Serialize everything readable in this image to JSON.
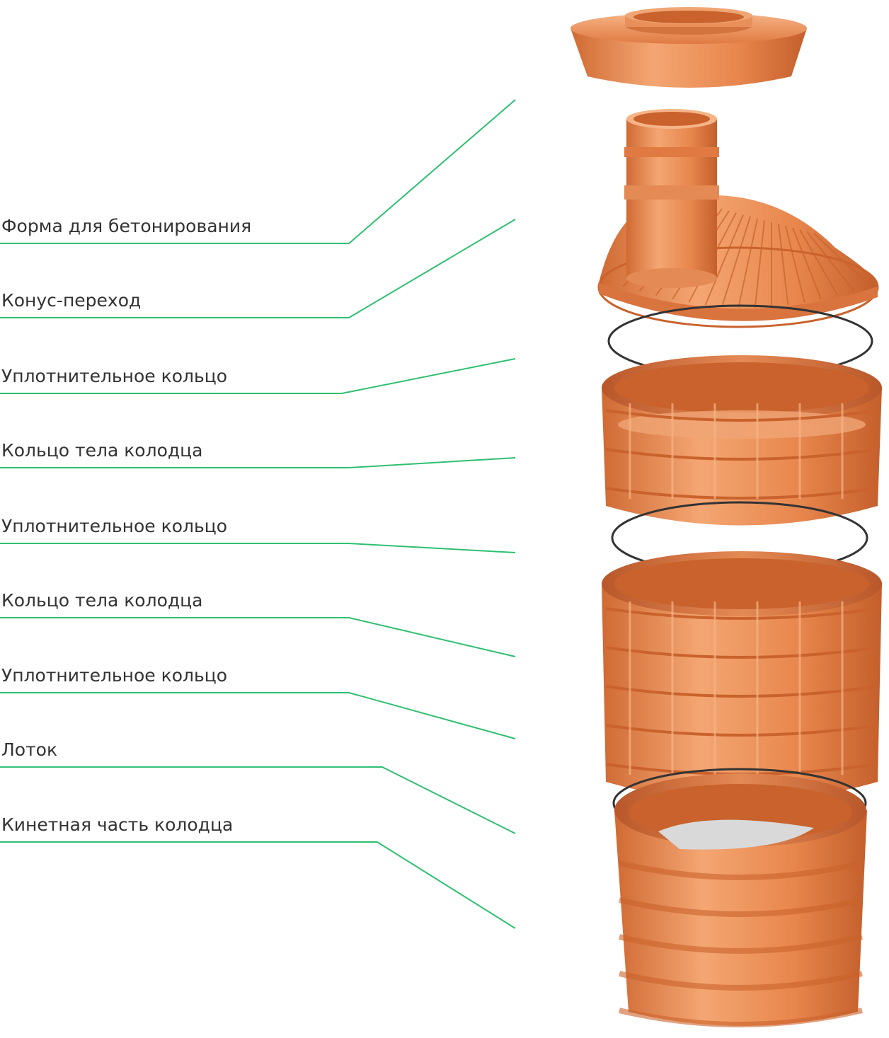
{
  "colors": {
    "leader_line": "#2fbf71",
    "text": "#333333",
    "part_light": "#f3a36f",
    "part_mid": "#e7864c",
    "part_dark": "#c9622c",
    "seal": "#333333",
    "concrete": "#d9d9d9"
  },
  "labels": [
    {
      "id": "concrete-form",
      "text": "Форма для бетонирования"
    },
    {
      "id": "cone-adapter",
      "text": "Конус-переход"
    },
    {
      "id": "seal-ring-1",
      "text": "Уплотнительное кольцо"
    },
    {
      "id": "body-ring-1",
      "text": "Кольцо тела колодца"
    },
    {
      "id": "seal-ring-2",
      "text": "Уплотнительное кольцо"
    },
    {
      "id": "body-ring-2",
      "text": "Кольцо тела колодца"
    },
    {
      "id": "seal-ring-3",
      "text": "Уплотнительное кольцо"
    },
    {
      "id": "tray",
      "text": "Лоток"
    },
    {
      "id": "kinetic-part",
      "text": "Кинетная часть колодца"
    }
  ]
}
